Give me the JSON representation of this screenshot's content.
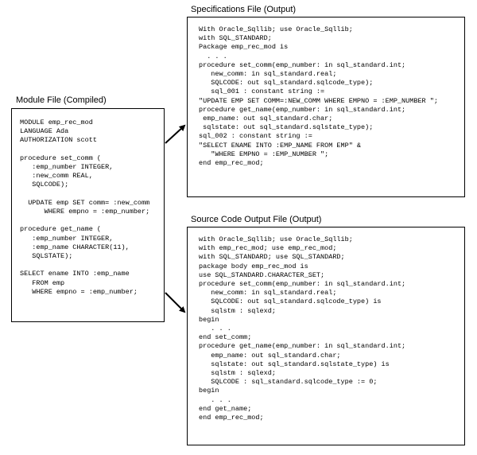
{
  "module_file": {
    "title": "Module File (Compiled)",
    "lines": [
      "MODULE emp_rec_mod",
      "LANGUAGE Ada",
      "AUTHORIZATION scott",
      "",
      "procedure set_comm (",
      "   :emp_number INTEGER,",
      "   :new_comm REAL,",
      "   SQLCODE);",
      "",
      "  UPDATE emp SET comm= :new_comm",
      "      WHERE empno = :emp_number;",
      "",
      "procedure get_name (",
      "   :emp_number INTEGER,",
      "   :emp_name CHARACTER(11),",
      "   SQLSTATE);",
      "",
      "SELECT ename INTO :emp_name",
      "   FROM emp",
      "   WHERE empno = :emp_number;"
    ]
  },
  "specifications_file": {
    "title": "Specifications File (Output)",
    "lines": [
      "With Oracle_Sqllib; use Oracle_Sqllib;",
      "with SQL_STANDARD;",
      "Package emp_rec_mod is",
      "  . . .",
      "procedure set_comm(emp_number: in sql_standard.int;",
      "   new_comm: in sql_standard.real;",
      "   SQLCODE: out sql_standard.sqlcode_type);",
      "   sql_001 : constant string :=",
      "\"UPDATE EMP SET COMM=:NEW_COMM WHERE EMPNO = :EMP_NUMBER \";",
      "procedure get_name(emp_number: in sql_standard.int;",
      " emp_name: out sql_standard.char;",
      " sqlstate: out sql_standard.sqlstate_type);",
      "sql_002 : constant string :=",
      "\"SELECT ENAME INTO :EMP_NAME FROM EMP\" &",
      "   \"WHERE EMPNO = :EMP_NUMBER \";",
      "end emp_rec_mod;"
    ]
  },
  "source_code_file": {
    "title": "Source Code Output File (Output)",
    "lines": [
      "with Oracle_Sqllib; use Oracle_Sqllib;",
      "with emp_rec_mod; use emp_rec_mod;",
      "with SQL_STANDARD; use SQL_STANDARD;",
      "package body emp_rec_mod is",
      "use SQL_STANDARD.CHARACTER_SET;",
      "procedure set_comm(emp_number: in sql_standard.int;",
      "   new_comm: in sql_standard.real;",
      "   SQLCODE: out sql_standard.sqlcode_type) is",
      "   sqlstm : sqlexd;",
      "begin",
      "   . . .",
      "end set_comm;",
      "procedure get_name(emp_number: in sql_standard.int;",
      "   emp_name: out sql_standard.char;",
      "   sqlstate: out sql_standard.sqlstate_type) is",
      "   sqlstm : sqlexd;",
      "   SQLCODE : sql_standard.sqlcode_type := 0;",
      "begin",
      "   . . .",
      "end get_name;",
      "end emp_rec_mod;"
    ]
  }
}
